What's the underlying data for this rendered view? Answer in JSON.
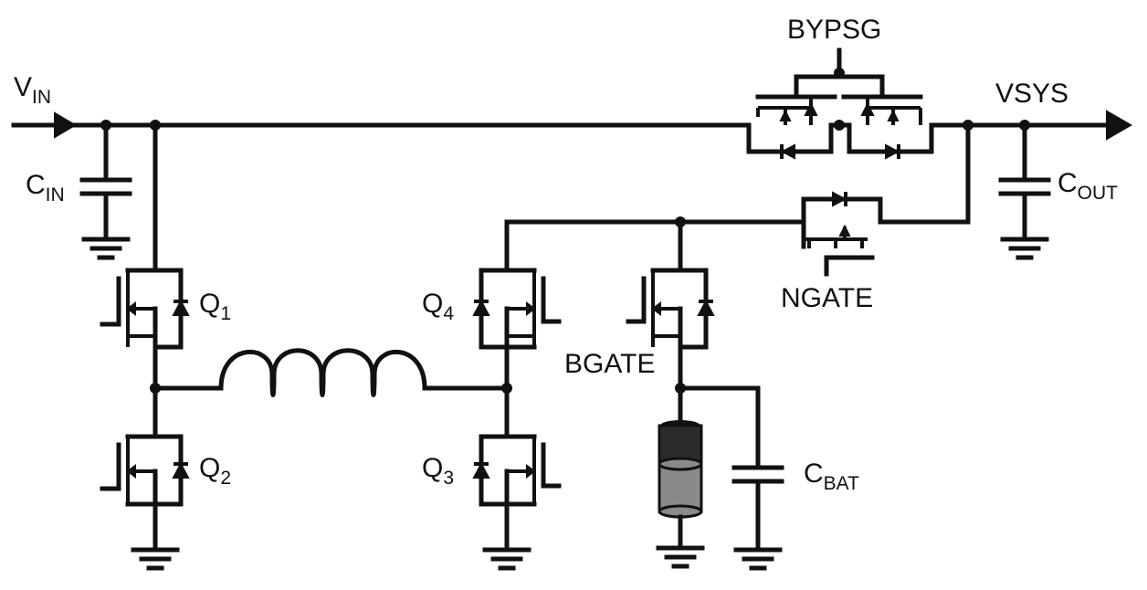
{
  "labels": {
    "vin": {
      "main": "V",
      "sub": "IN"
    },
    "vsys": "VSYS",
    "bypsg": "BYPSG",
    "ngate": "NGATE",
    "bgate": "BGATE",
    "cin": {
      "main": "C",
      "sub": "IN"
    },
    "cout": {
      "main": "C",
      "sub": "OUT"
    },
    "cbat": {
      "main": "C",
      "sub": "BAT"
    },
    "q1": {
      "main": "Q",
      "sub": "1"
    },
    "q2": {
      "main": "Q",
      "sub": "2"
    },
    "q3": {
      "main": "Q",
      "sub": "3"
    },
    "q4": {
      "main": "Q",
      "sub": "4"
    }
  },
  "colors": {
    "ink": "#111111",
    "battery_band": "#2b2b2b",
    "battery_body": "#8a8a8a"
  }
}
